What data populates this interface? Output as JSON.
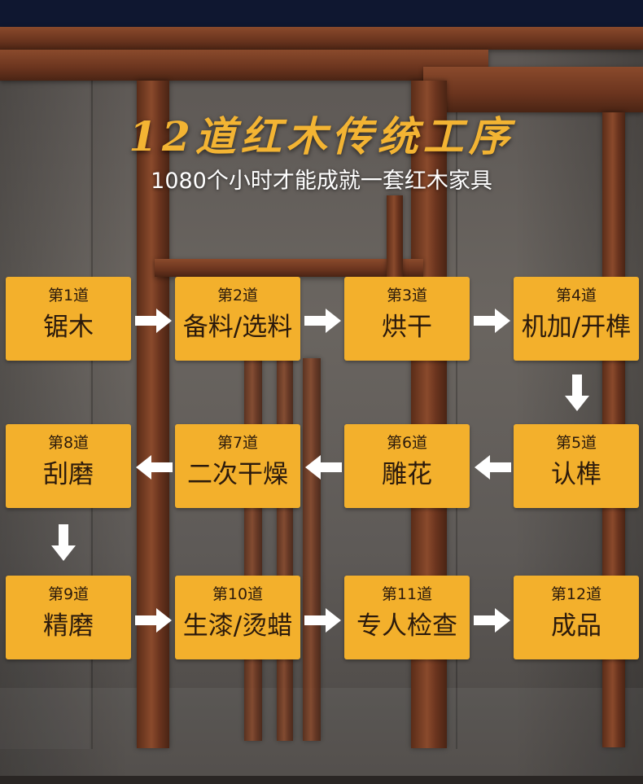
{
  "title": "12道红木传统工序",
  "subtitle": "1080个小时才能成就一套红木家具",
  "colors": {
    "card": "#f3b02c",
    "title": "#f3b433",
    "topbar": "#0f1730",
    "arrow": "#ffffff"
  },
  "steps": [
    {
      "step": "第1道",
      "name": "锯木"
    },
    {
      "step": "第2道",
      "name": "备料/选料"
    },
    {
      "step": "第3道",
      "name": "烘干"
    },
    {
      "step": "第4道",
      "name": "机加/开榫"
    },
    {
      "step": "第5道",
      "name": "认榫"
    },
    {
      "step": "第6道",
      "name": "雕花"
    },
    {
      "step": "第7道",
      "name": "二次干燥"
    },
    {
      "step": "第8道",
      "name": "刮磨"
    },
    {
      "step": "第9道",
      "name": "精磨"
    },
    {
      "step": "第10道",
      "name": "生漆/烫蜡"
    },
    {
      "step": "第11道",
      "name": "专人检查"
    },
    {
      "step": "第12道",
      "name": "成品"
    }
  ],
  "icons": {
    "arrow": "arrow-icon"
  }
}
